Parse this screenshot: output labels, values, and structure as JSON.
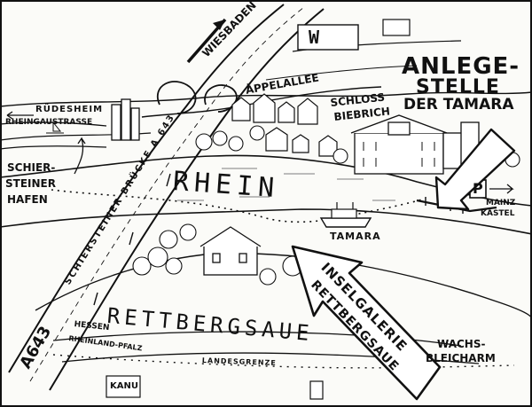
{
  "map": {
    "destination": {
      "line1": "ANLEGE-",
      "line2": "STELLE",
      "line3": "DER TAMARA"
    },
    "gallery_arrow": {
      "line1": "INSELGALERIE",
      "line2": "RETTBERGSAUE"
    },
    "labels": {
      "wiesbaden": "WIESBADEN",
      "appelallee": "ÄPPELALLEE",
      "schloss_line1": "SCHLOß",
      "schloss_line2": "BIEBRICH",
      "ruedesheim": "RÜDESHEIM",
      "rheingaustrasse": "RHEINGAUSTRAßE",
      "hafen_line1": "SCHIER-",
      "hafen_line2": "STEINER",
      "hafen_line3": "HAFEN",
      "rhein": "RHEIN",
      "bruecke": "SCHIERSTEINER BRÜCKE A 643",
      "tamara": "TAMARA",
      "mainz_line1": "MAINZ",
      "mainz_line2": "KASTEL",
      "parking": "P",
      "w_sign": "W",
      "a643": "A643",
      "rettbergsaue": "RETTBERGSAUE",
      "hessen": "HESSEN",
      "rheinland_pfalz": "RHEINLAND-PFALZ",
      "landesgrenze": "LANDESGRENZE",
      "wachsbleicharm_line1": "WACHS-",
      "wachsbleicharm_line2": "BLEICHARM",
      "kanu": "KANU"
    }
  }
}
